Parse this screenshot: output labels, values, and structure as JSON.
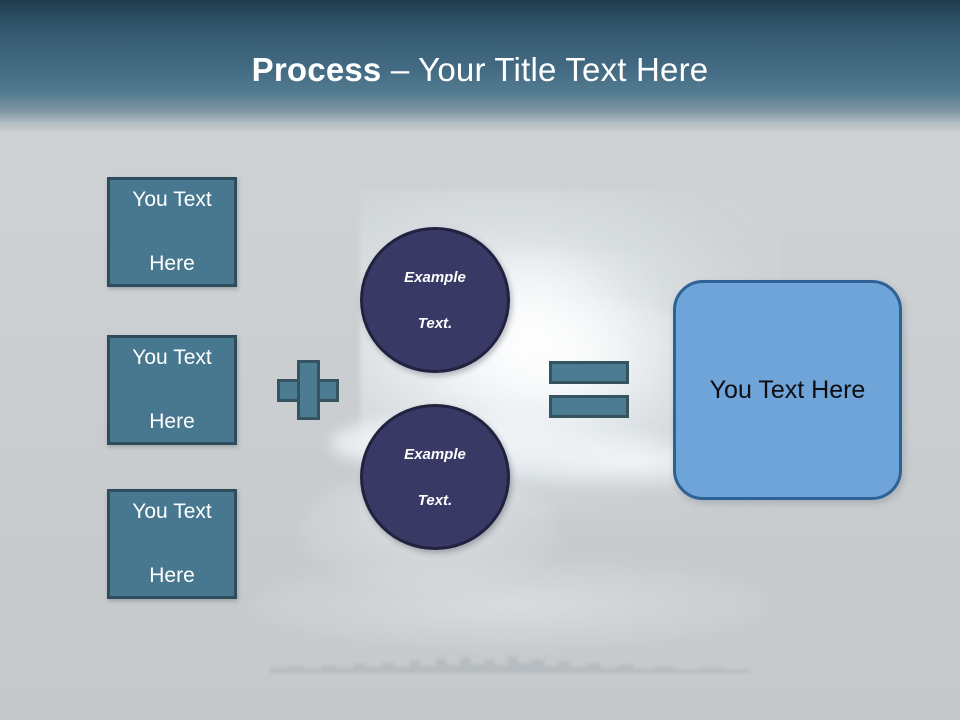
{
  "slide": {
    "title": {
      "strong": "Process",
      "rest": " – Your Title Text Here"
    },
    "background": {
      "theme": "sky-clouds-photo",
      "band_color_top": "#1f3b4d",
      "band_color_bottom": "#c9cccd",
      "body_color": "#c9ccce"
    },
    "colors": {
      "teal_fill": "#47788f",
      "teal_border": "#2e4c5b",
      "operator_fill": "#4c7c92",
      "operator_border": "#36545f",
      "circle_fill": "#393966",
      "circle_border": "#22223f",
      "result_fill": "#6ea4d8",
      "result_border": "#2e6196",
      "title_text": "#ffffff",
      "result_text": "#0d0d12"
    },
    "input_boxes": [
      {
        "line1": "You Text",
        "line2": "Here"
      },
      {
        "line1": "You Text",
        "line2": "Here"
      },
      {
        "line1": "You Text",
        "line2": "Here"
      }
    ],
    "operators": {
      "plus": "+",
      "equals": "="
    },
    "circles": [
      {
        "line1": "Example",
        "line2": "Text."
      },
      {
        "line1": "Example",
        "line2": "Text."
      }
    ],
    "result": {
      "label": "You Text Here"
    }
  }
}
